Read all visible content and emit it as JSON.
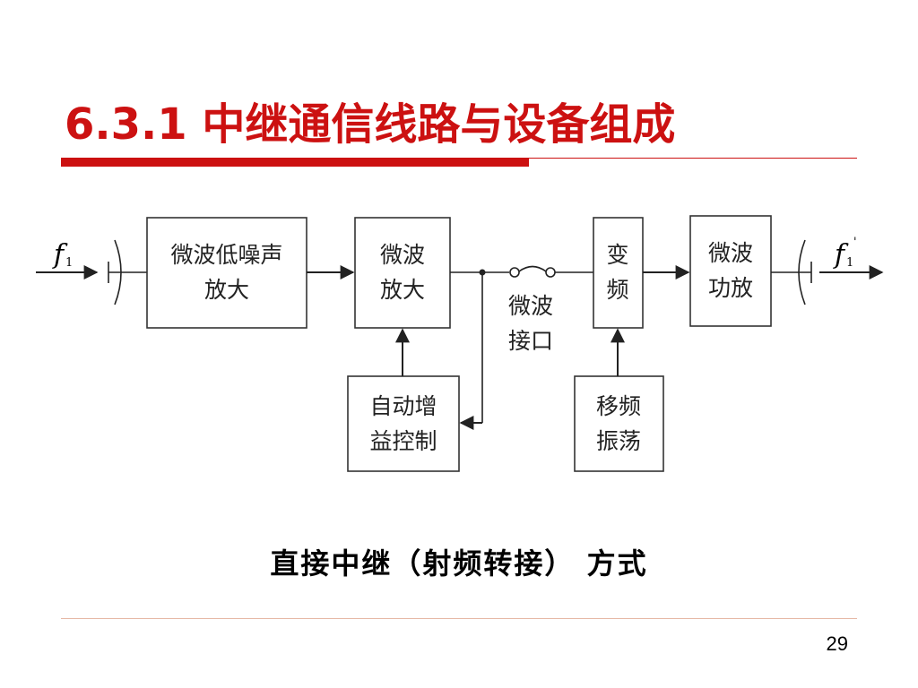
{
  "slide": {
    "title": "6.3.1 中继通信线路与设备组成",
    "caption": "直接中继（射频转接） 方式",
    "page_number": "29"
  },
  "diagram": {
    "input_signal": {
      "main": "f",
      "sub": "1"
    },
    "output_signal": {
      "main": "f",
      "sub": "1",
      "prime": "'"
    },
    "blocks": {
      "lna": {
        "line1": "微波低噪声",
        "line2": "放大"
      },
      "mw_amp": {
        "line1": "微波",
        "line2": "放大"
      },
      "agc": {
        "line1": "自动增",
        "line2": "益控制"
      },
      "mixer": {
        "line1": "变",
        "line2": "频"
      },
      "lo": {
        "line1": "移频",
        "line2": "振荡"
      },
      "pa": {
        "line1": "微波",
        "line2": "功放"
      }
    },
    "interface_label": {
      "line1": "微波",
      "line2": "接口"
    }
  },
  "colors": {
    "title_red": "#cc1111",
    "footer_line": "#e6b8a6",
    "stroke": "#333333"
  }
}
